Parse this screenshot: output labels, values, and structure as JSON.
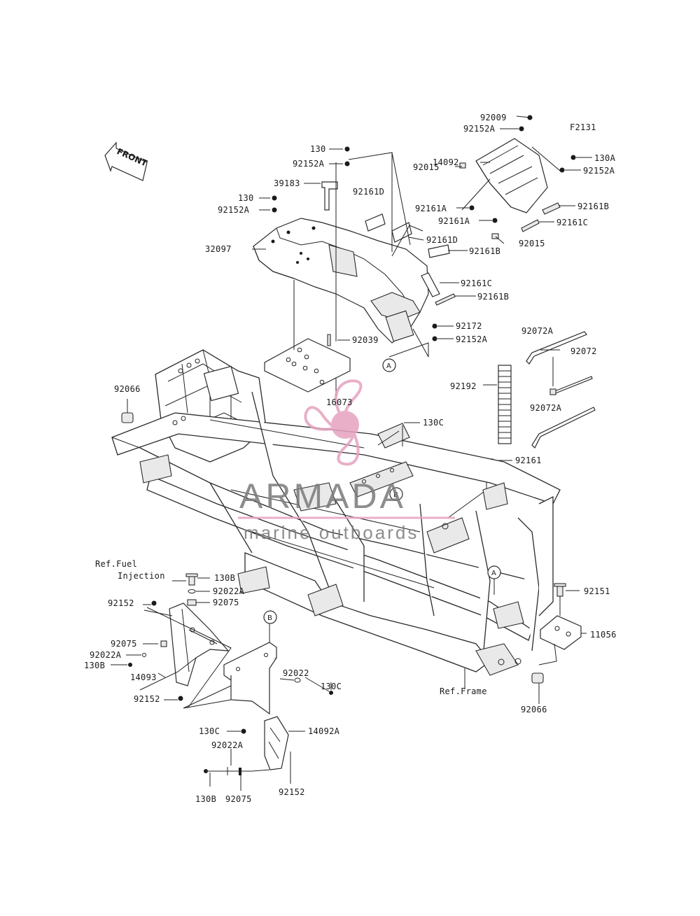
{
  "figure_code": "F2131",
  "front_label": "FRONT",
  "watermark": {
    "brand": "ARMADA",
    "tagline": "marine outboards",
    "accent": "#e6a2c0"
  },
  "markers": {
    "a": "A",
    "b": "B"
  },
  "labels": {
    "p92009": "92009",
    "p92152A_top": "92152A",
    "p14092": "14092",
    "p92015_a": "92015",
    "p92161A_a": "92161A",
    "p92161A_b": "92161A",
    "p92015_b": "92015",
    "p130A": "130A",
    "p92152A_right": "92152A",
    "p92161B_right": "92161B",
    "p92161C_right": "92161C",
    "p130_top": "130",
    "p92152A_c": "92152A",
    "p39183": "39183",
    "p92161D_a": "92161D",
    "p130_left": "130",
    "p92152A_left": "92152A",
    "p32097": "32097",
    "p92161D_b": "92161D",
    "p92161B_a": "92161B",
    "p92161C_a": "92161C",
    "p92161B_b": "92161B",
    "p92172": "92172",
    "p92152A_d": "92152A",
    "p92039": "92039",
    "p16073": "16073",
    "p92066_left": "92066",
    "p130C_mid": "130C",
    "p92072A_a": "92072A",
    "p92072": "92072",
    "p92192": "92192",
    "p92072A_b": "92072A",
    "p92161": "92161",
    "p130B_a": "130B",
    "ref_fuel_1": "Ref.Fuel",
    "ref_fuel_2": "Injection",
    "p92022A_a": "92022A",
    "p92075_a": "92075",
    "p92152_a": "92152",
    "p92075_b": "92075",
    "p92022A_b": "92022A",
    "p130B_b": "130B",
    "p14093": "14093",
    "p92152_b": "92152",
    "p92022": "92022",
    "p130C_a": "130C",
    "p130C_b": "130C",
    "p14092A": "14092A",
    "p92022A_c": "92022A",
    "p92152_c": "92152",
    "p130B_c": "130B",
    "p92075_c": "92075",
    "p92151": "92151",
    "p11056": "11056",
    "ref_frame": "Ref.Frame",
    "p92066_right": "92066"
  }
}
